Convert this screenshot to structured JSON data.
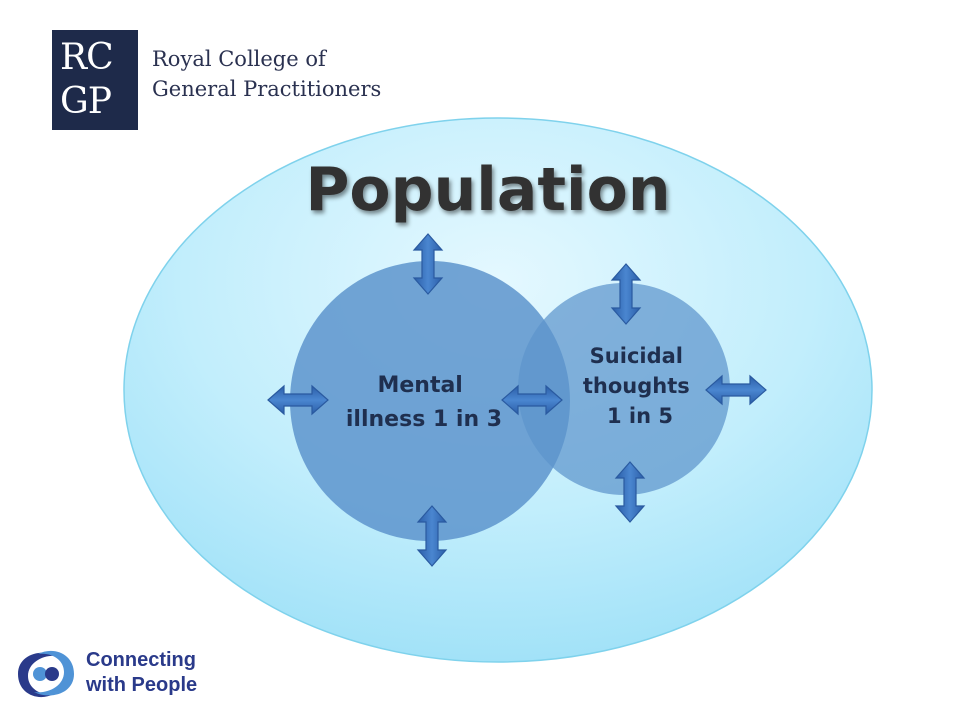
{
  "header": {
    "logo_letters_line1": "RC",
    "logo_letters_line2": "GP",
    "logo_name_line1": "Royal College of",
    "logo_name_line2": "General Practitioners"
  },
  "diagram": {
    "title": "Population",
    "circle_left": {
      "line1": "Mental",
      "line2": "illness 1 in 3"
    },
    "circle_right": {
      "line1": "Suicidal",
      "line2": "thoughts",
      "line3": "1 in 5"
    }
  },
  "footer": {
    "line1": "Connecting",
    "line2": "with People"
  },
  "colors": {
    "navy": "#1e2a4a",
    "sky": "#9fe1fb",
    "circle": "#5d94cc",
    "arrow": "#3a72c0",
    "brand_blue": "#2a3a8a"
  }
}
